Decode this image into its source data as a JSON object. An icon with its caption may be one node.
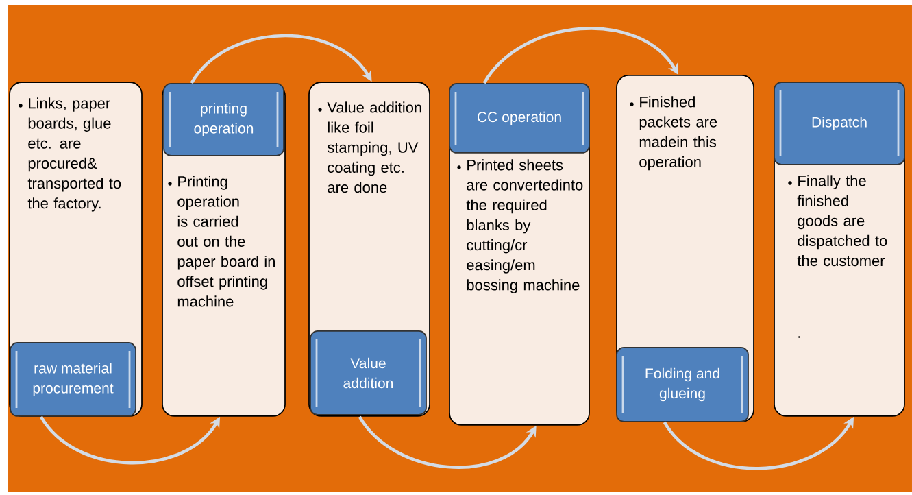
{
  "diagram": {
    "nodes": [
      {
        "text": [
          "Links, paper boards, glue etc. are procured& transported to the factory."
        ]
      },
      {
        "text": [
          "raw material procurement"
        ],
        "in": 0
      },
      {
        "text": [
          "Printing operation is carried out on the paper board in offset printing machine"
        ]
      },
      {
        "text": [
          "printing operation"
        ],
        "in": 2
      },
      {
        "text": [
          "Value addition like foil stamping, UV coating etc. are done"
        ]
      },
      {
        "text": [
          "Value addition"
        ],
        "in": 4
      },
      {
        "text": [
          "Printed sheets are convertedinto the required blanks by cutting/cr easing/em bossing machine"
        ]
      },
      {
        "text": [
          "CC operation"
        ],
        "in": 6
      },
      {
        "text": [
          "Finished packets are madein this operation"
        ]
      },
      {
        "text": [
          "Folding and glueing"
        ],
        "in": 8
      },
      {
        "text": [
          "Finally the finished goods are dispatched to the customer",
          "."
        ]
      },
      {
        "text": [
          "Dispatch"
        ],
        "in": 10
      }
    ],
    "edges": [
      {
        "from": 0,
        "to": 2,
        "arrow": "to"
      },
      {
        "from": 2,
        "to": 4,
        "arrow": "to"
      },
      {
        "from": 4,
        "to": 6,
        "arrow": "to"
      },
      {
        "from": 6,
        "to": 8,
        "arrow": "to"
      },
      {
        "from": 8,
        "to": 10,
        "arrow": "to"
      }
    ]
  }
}
